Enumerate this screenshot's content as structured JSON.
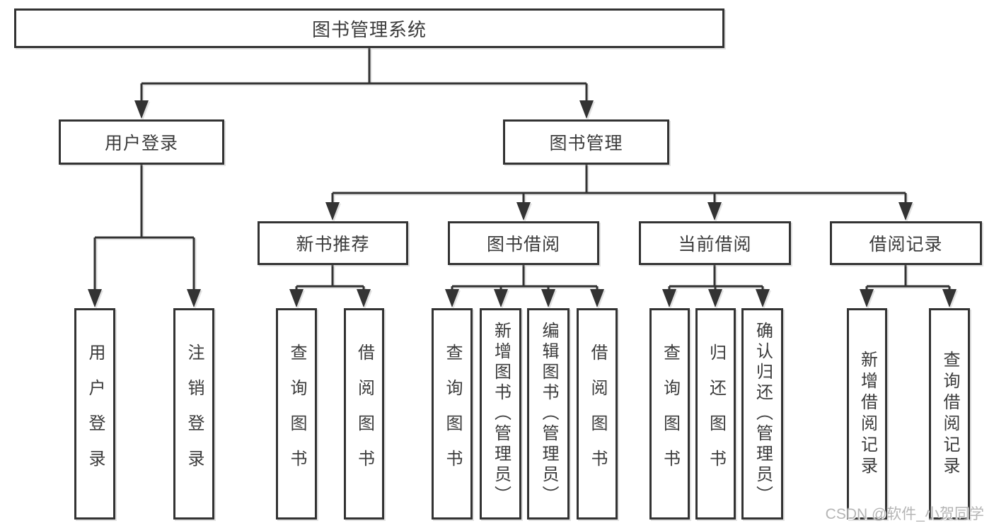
{
  "tree": {
    "label": "图书管理系统",
    "children": [
      {
        "label": "用户登录",
        "children": [
          {
            "label": "用户登录"
          },
          {
            "label": "注销登录"
          }
        ]
      },
      {
        "label": "图书管理",
        "children": [
          {
            "label": "新书推荐",
            "children": [
              {
                "label": "查询图书"
              },
              {
                "label": "借阅图书"
              }
            ]
          },
          {
            "label": "图书借阅",
            "children": [
              {
                "label": "查询图书"
              },
              {
                "label": "新增图书（管理员）"
              },
              {
                "label": "编辑图书（管理员）"
              },
              {
                "label": "借阅图书"
              }
            ]
          },
          {
            "label": "当前借阅",
            "children": [
              {
                "label": "查询图书"
              },
              {
                "label": "归还图书"
              },
              {
                "label": "确认归还（管理员）"
              }
            ]
          },
          {
            "label": "借阅记录",
            "children": [
              {
                "label": "新增借阅记录"
              },
              {
                "label": "查询借阅记录"
              }
            ]
          }
        ]
      }
    ]
  },
  "watermark": {
    "text": "CSDN @软件_小贺同学"
  },
  "colors": {
    "line": "#333333",
    "text": "#3b3b3b",
    "background": "#ffffff",
    "watermark": "#b5b5b5"
  }
}
